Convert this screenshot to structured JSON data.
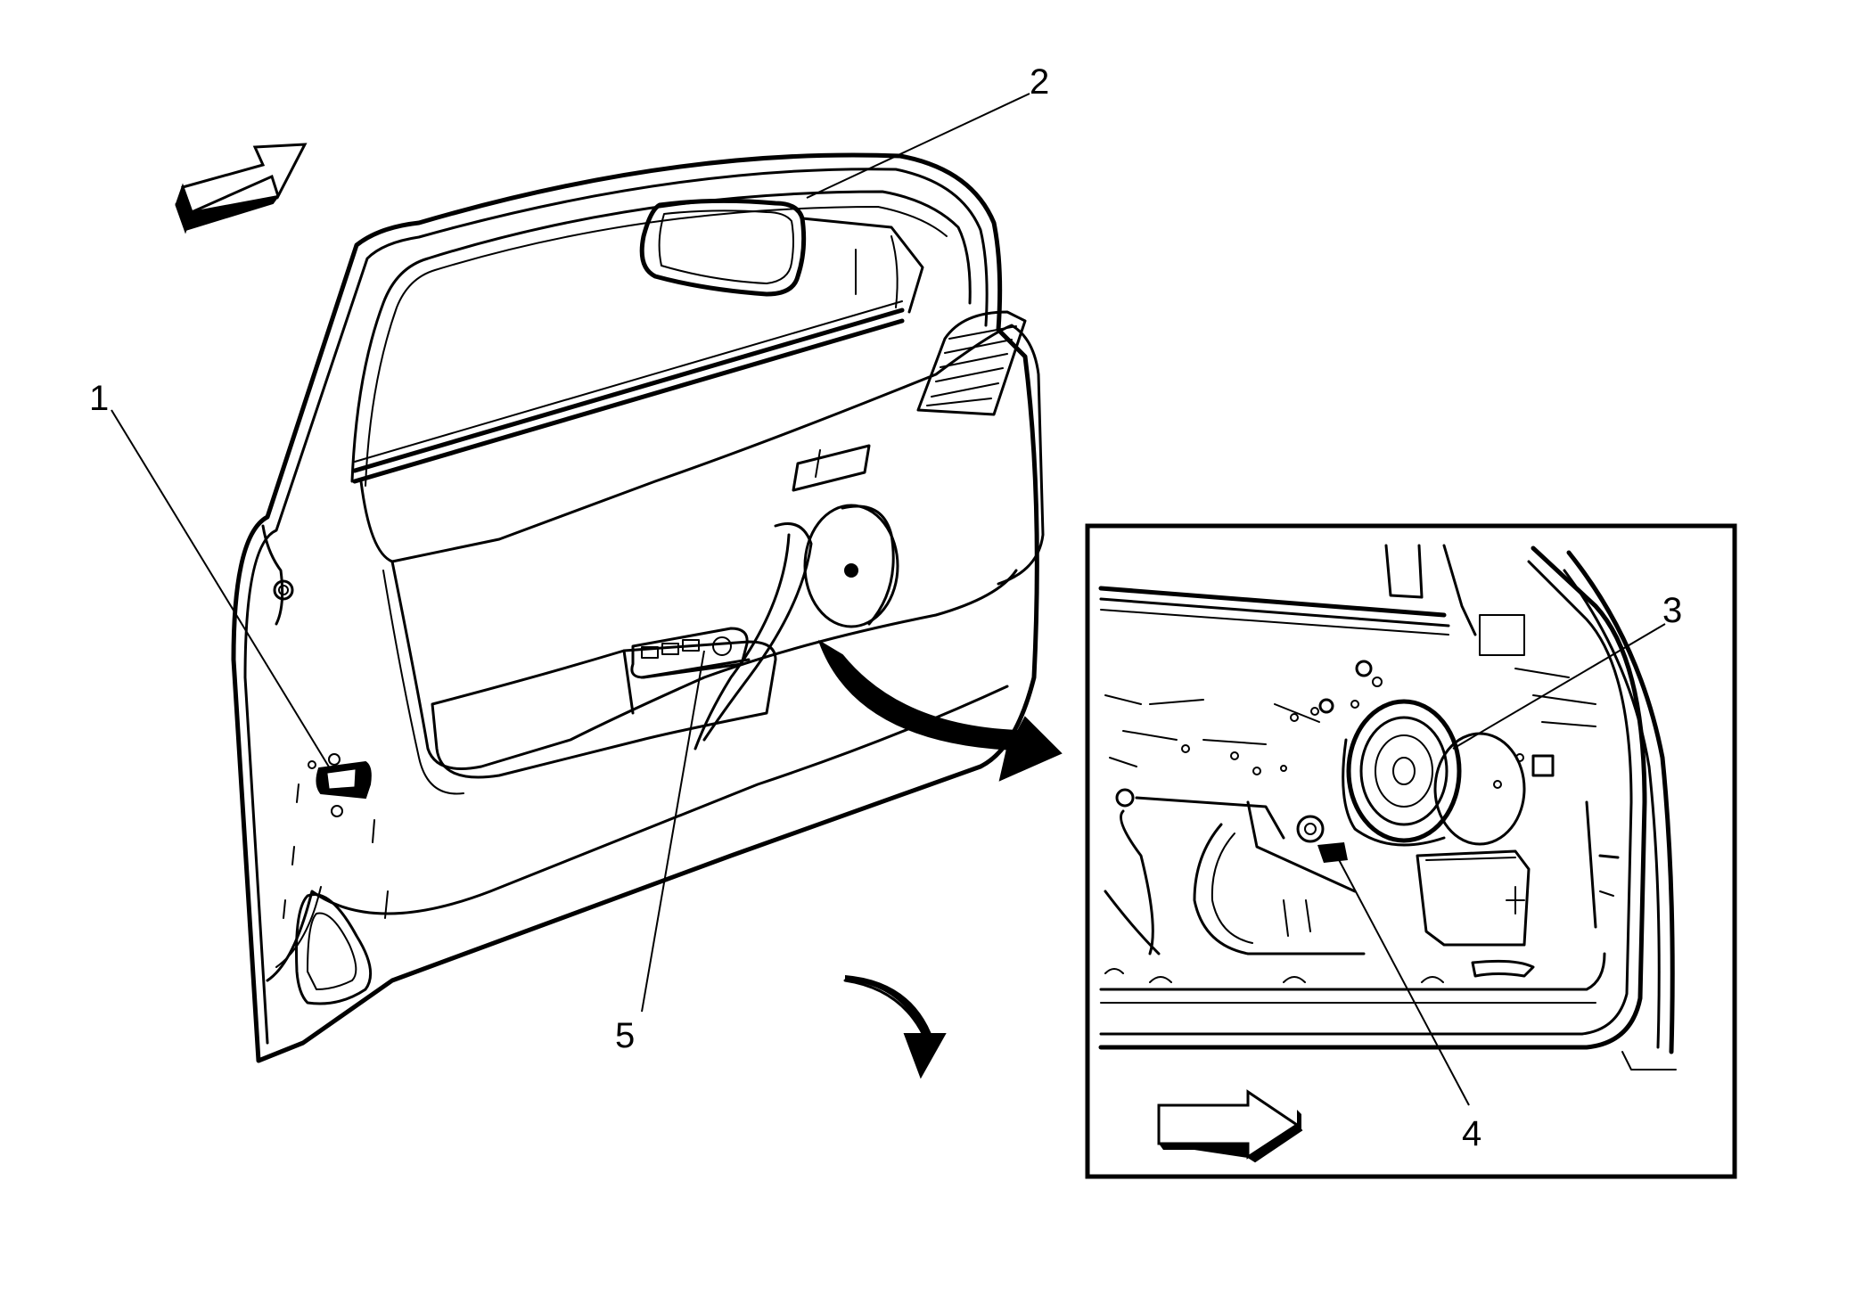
{
  "callouts": {
    "c1": "1",
    "c2": "2",
    "c3": "3",
    "c4": "4",
    "c5": "5"
  },
  "icons": {
    "view_direction": "outline-arrow-icon",
    "detail_zoom": "curved-black-arrow-icon",
    "open_direction": "curved-black-arrow-icon"
  },
  "colors": {
    "line": "#000000",
    "background": "#ffffff"
  }
}
